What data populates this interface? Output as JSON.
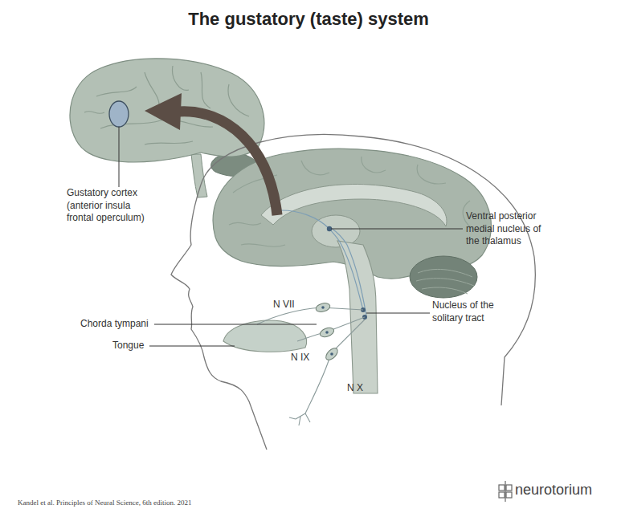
{
  "diagram": {
    "title": "The gustatory (taste) system",
    "caption": "Kandel et al. Principles of Neural Science, 6th edition. 2021",
    "labels": [
      "Gustatory cortex (anterior insula frontal operculum)",
      "Ventral posterior medial nucleus of the thalamus",
      "N VII",
      "Nucleus of the solitary tract",
      "Chorda tympani",
      "Tongue",
      "N IX",
      "N X",
      "neurotorium"
    ]
  }
}
